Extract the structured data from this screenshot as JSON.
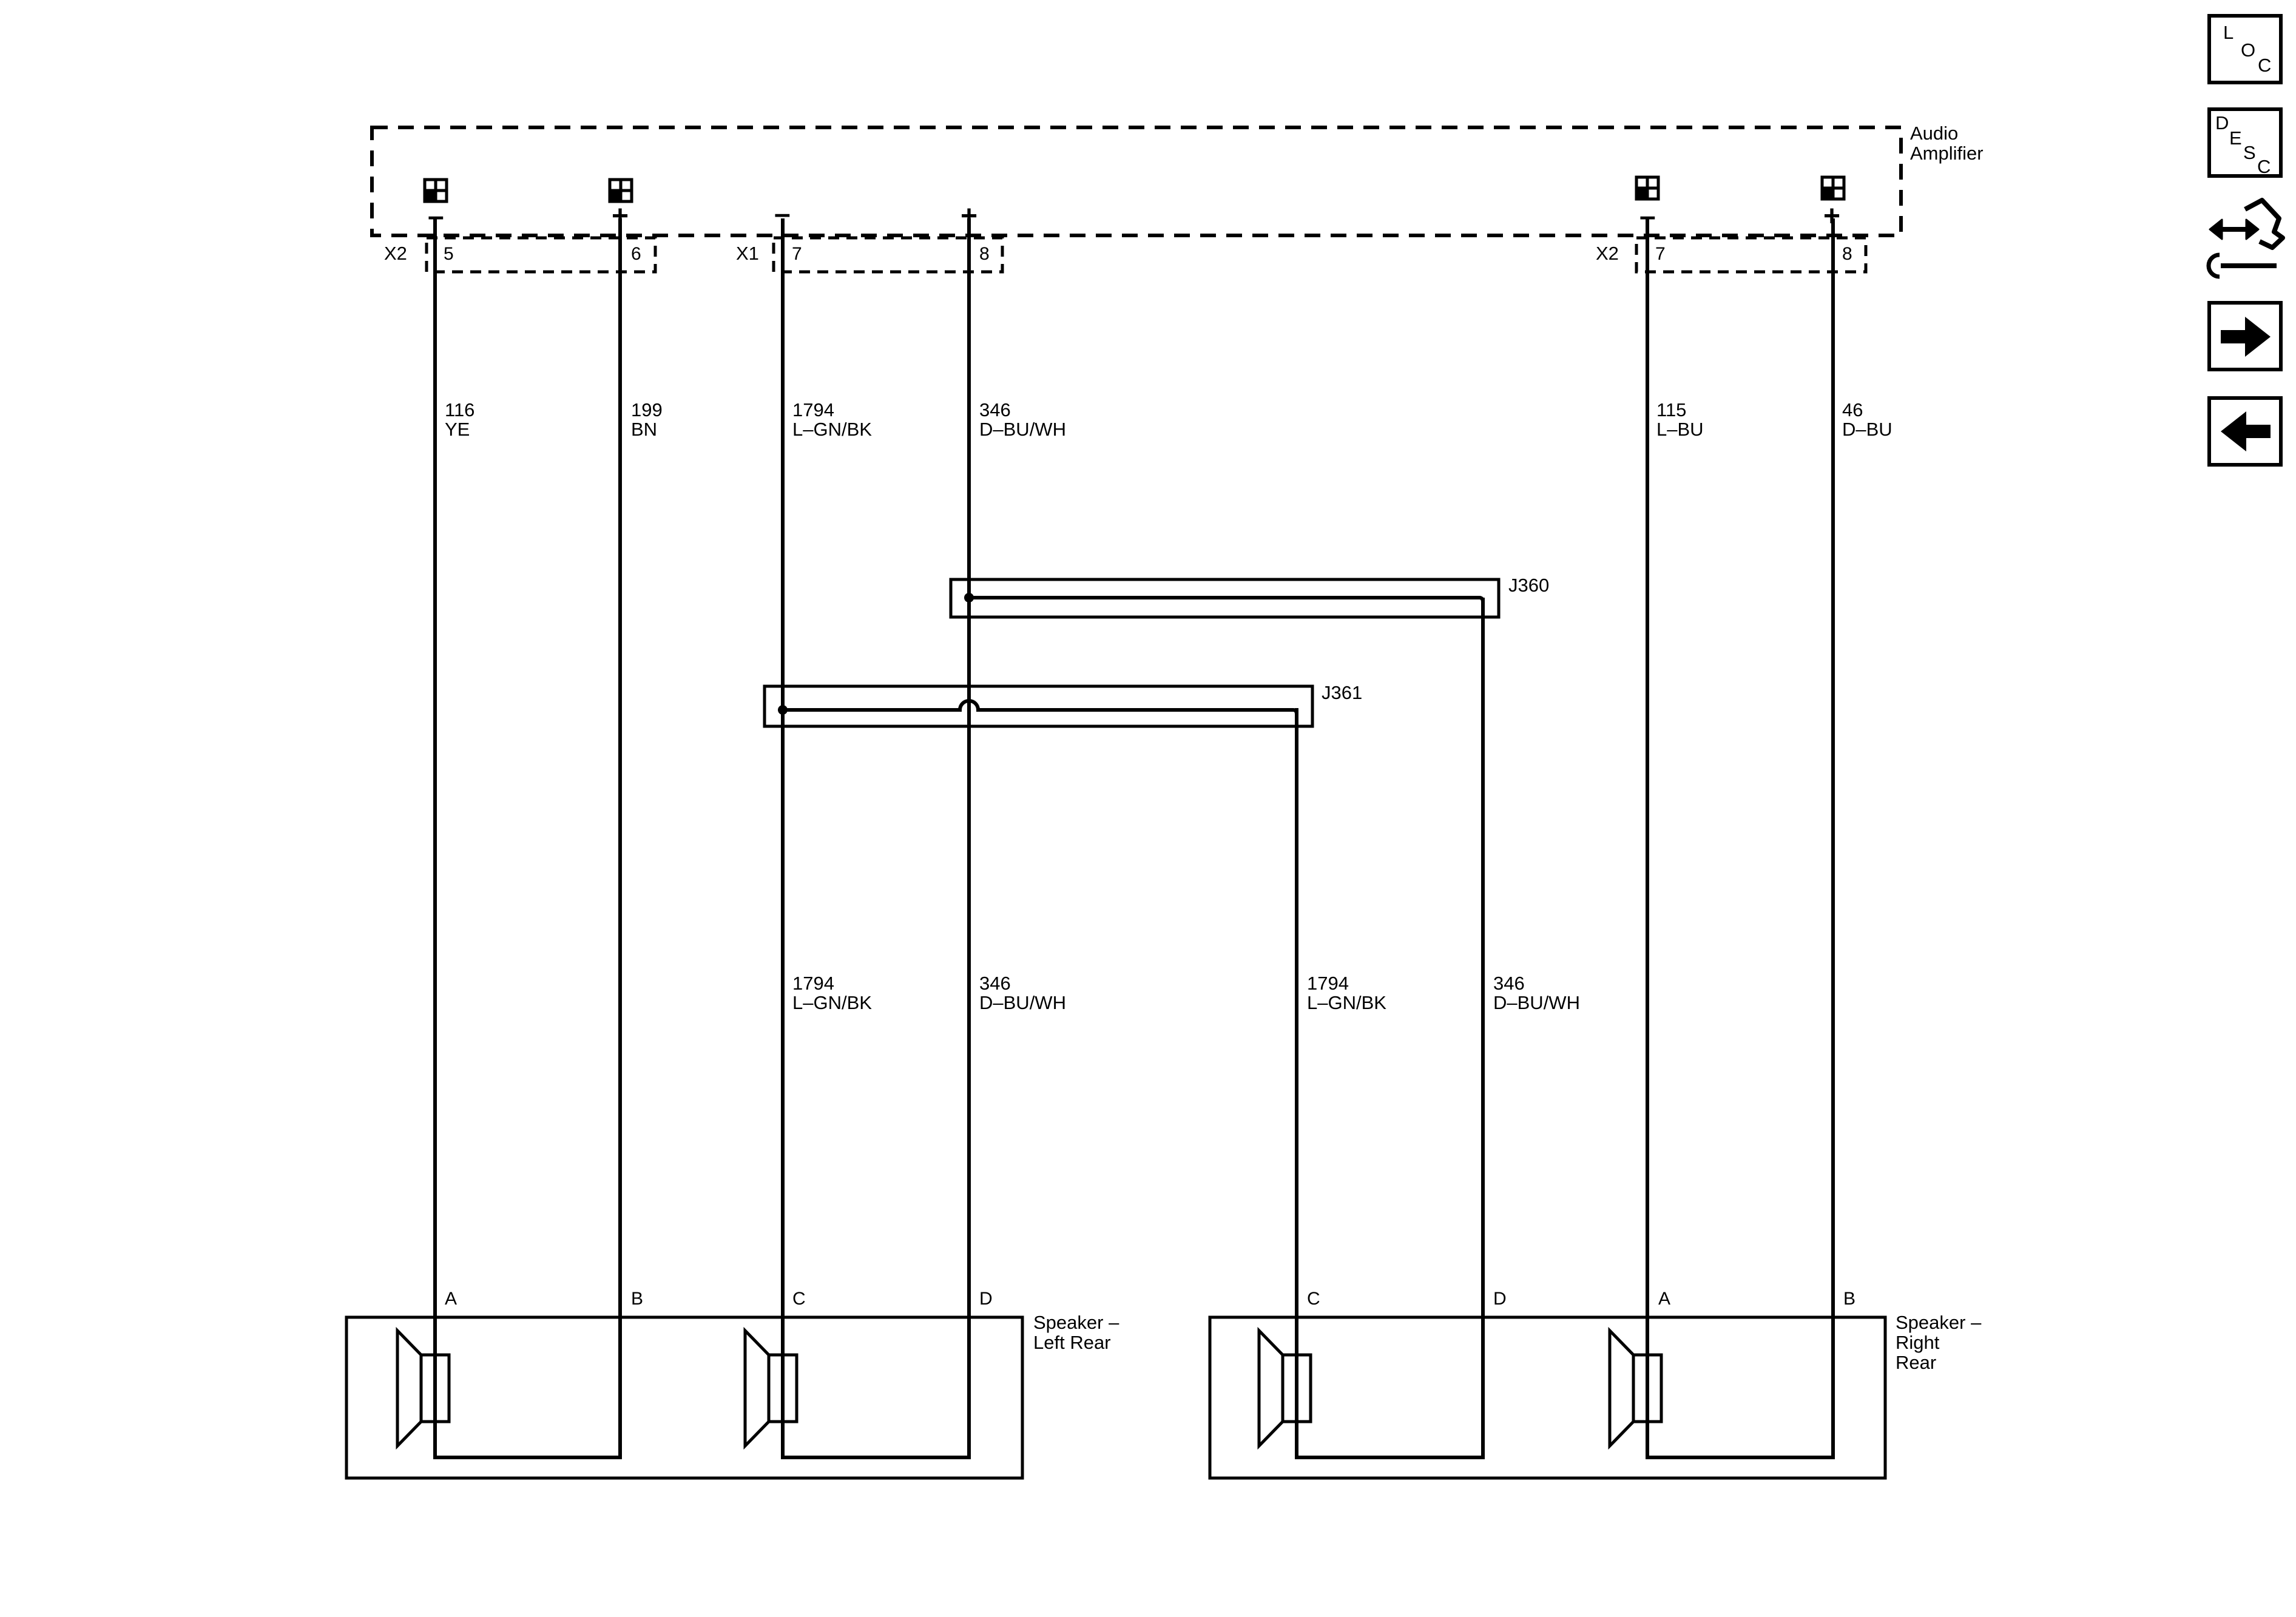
{
  "amplifier": {
    "title_line1": "Audio",
    "title_line2": "Amplifier",
    "polarity_negative": "–",
    "polarity_positive": "+"
  },
  "connectors": [
    {
      "id": "X2",
      "pins": [
        "5",
        "6"
      ]
    },
    {
      "id": "X1",
      "pins": [
        "7",
        "8"
      ]
    },
    {
      "id": "X2",
      "pins": [
        "7",
        "8"
      ]
    }
  ],
  "wires": [
    {
      "circuit": "116",
      "color": "YE"
    },
    {
      "circuit": "199",
      "color": "BN"
    },
    {
      "circuit": "1794",
      "color": "L–GN/BK"
    },
    {
      "circuit": "346",
      "color": "D–BU/WH"
    },
    {
      "circuit": "115",
      "color": "L–BU"
    },
    {
      "circuit": "46",
      "color": "D–BU"
    }
  ],
  "splices": {
    "j360": "J360",
    "j361": "J361"
  },
  "lower_wires": [
    {
      "circuit": "1794",
      "color": "L–GN/BK"
    },
    {
      "circuit": "346",
      "color": "D–BU/WH"
    },
    {
      "circuit": "1794",
      "color": "L–GN/BK"
    },
    {
      "circuit": "346",
      "color": "D–BU/WH"
    }
  ],
  "speakers": {
    "left": {
      "name_line1": "Speaker –",
      "name_line2": "Left Rear",
      "pins": [
        "A",
        "B",
        "C",
        "D"
      ]
    },
    "right": {
      "name_line1": "Speaker –",
      "name_line2": "Right",
      "name_line3": "Rear",
      "pins": [
        "C",
        "D",
        "A",
        "B"
      ]
    }
  },
  "nav": {
    "loc": {
      "l1": "L",
      "l2": "O",
      "l3": "C",
      "icon": "location-icon"
    },
    "desc": {
      "l1": "D",
      "l2": "E",
      "l3": "S",
      "l4": "C",
      "icon": "description-icon"
    },
    "service_icon": "connector-service-icon",
    "next_icon": "arrow-right-icon",
    "prev_icon": "arrow-left-icon"
  }
}
